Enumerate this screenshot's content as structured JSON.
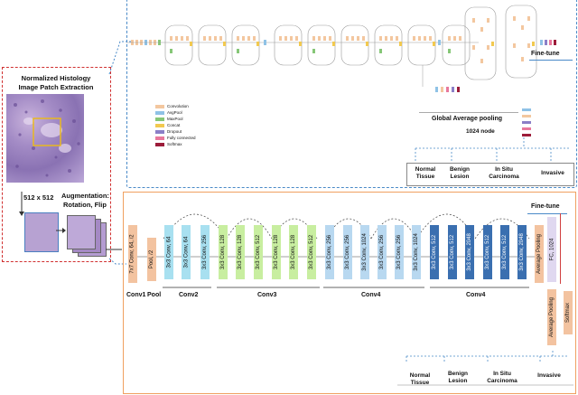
{
  "left_panel": {
    "title_line1": "Normalized Histology",
    "title_line2": "Image Patch Extraction",
    "size_label": "512 x 512",
    "aug_line1": "Augmentation:",
    "aug_line2": "Rotation, Flip"
  },
  "top_panel": {
    "fine_tune": "Fine-tune",
    "legend": [
      {
        "label": "Convolution",
        "color": "#f3c79f"
      },
      {
        "label": "AvgPool",
        "color": "#8fc2e6"
      },
      {
        "label": "MaxPool",
        "color": "#86c777"
      },
      {
        "label": "Concat",
        "color": "#f2c94f"
      },
      {
        "label": "Dropout",
        "color": "#8b7fc7"
      },
      {
        "label": "Fully connected",
        "color": "#e8789c"
      },
      {
        "label": "Softmax",
        "color": "#9c1c3a"
      }
    ],
    "gap_title": "Global Average pooling",
    "gap_nodes": "1024 node",
    "classes": [
      "Normal Tissue",
      "Benign Lesion",
      "In Situ Carcinoma",
      "Invasive"
    ]
  },
  "bottom_panel": {
    "fine_tune": "Fine-tune",
    "layers": [
      "7x7 Conv, 64, /2",
      "Pool, /2",
      "3x3 Conv, 64",
      "3x3 Conv, 64",
      "3x3 Conv, 256",
      "3x3 Conv, 128",
      "3x3 Conv, 128",
      "3x3 Conv, 512",
      "3x3 Conv, 128",
      "3x3 Conv, 128",
      "3x3 Conv, 512",
      "3x3 Conv, 256",
      "3x3 Conv, 256",
      "3x3 Conv, 1024",
      "3x3 Conv, 256",
      "3x3 Conv, 256",
      "3x3 Conv, 1024",
      "3x3 Conv, 512",
      "3x3 Conv, 512",
      "3x3 Conv, 2048",
      "3x3 Conv, 512",
      "3x3 Conv, 512",
      "3x3 Conv, 2048",
      "Average Pooling",
      "FC, 1024",
      "Average Pooling",
      "Softmax"
    ],
    "groups": [
      "Conv1",
      "Pool",
      "Conv2",
      "Conv3",
      "Conv4",
      "Conv4"
    ],
    "classes": [
      "Normal Tissue",
      "Benign Lesion",
      "In Situ Carcinoma",
      "Invasive"
    ]
  }
}
